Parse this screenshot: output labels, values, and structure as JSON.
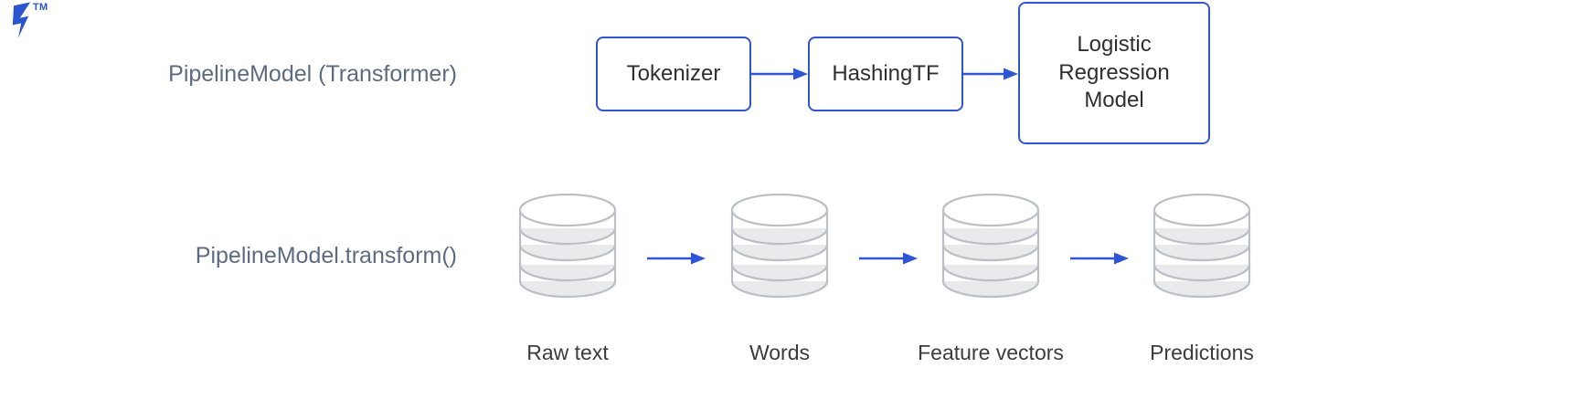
{
  "brand": {
    "logo_icon": "toptal-chevron-logo",
    "trademark": "TM",
    "logo_color": "#2b55cc"
  },
  "colors": {
    "accent_blue": "#2f55d4",
    "arrow_blue": "#2f55d4",
    "row_label_gray": "#5d6b81",
    "cylinder_stroke": "#bcc0c6",
    "cylinder_fill": "#e9eaec",
    "box_text": "#2f2f2f",
    "caption_text": "#3c3c3c",
    "background": "#ffffff"
  },
  "rows": {
    "transformer": {
      "label": "PipelineModel (Transformer)",
      "stages": [
        {
          "id": "tokenizer",
          "label": "Tokenizer"
        },
        {
          "id": "hashingtf",
          "label": "HashingTF"
        },
        {
          "id": "lrmodel",
          "label": "Logistic\nRegression\nModel",
          "line1": "Logistic",
          "line2": "Regression",
          "line3": "Model"
        }
      ],
      "arrows": [
        {
          "id": "tokenizer-to-hashingtf",
          "icon": "arrow-right-icon"
        },
        {
          "id": "hashingtf-to-lrmodel",
          "icon": "arrow-right-icon"
        }
      ]
    },
    "transform_call": {
      "label": "PipelineModel.transform()",
      "datasets": [
        {
          "id": "rawtext",
          "caption": "Raw text",
          "icon": "database-cylinder-icon"
        },
        {
          "id": "words",
          "caption": "Words",
          "icon": "database-cylinder-icon"
        },
        {
          "id": "features",
          "caption": "Feature vectors",
          "icon": "database-cylinder-icon"
        },
        {
          "id": "predictions",
          "caption": "Predictions",
          "icon": "database-cylinder-icon"
        }
      ],
      "arrows": [
        {
          "id": "rawtext-to-words",
          "icon": "arrow-right-icon"
        },
        {
          "id": "words-to-features",
          "icon": "arrow-right-icon"
        },
        {
          "id": "features-to-predictions",
          "icon": "arrow-right-icon"
        }
      ]
    }
  }
}
